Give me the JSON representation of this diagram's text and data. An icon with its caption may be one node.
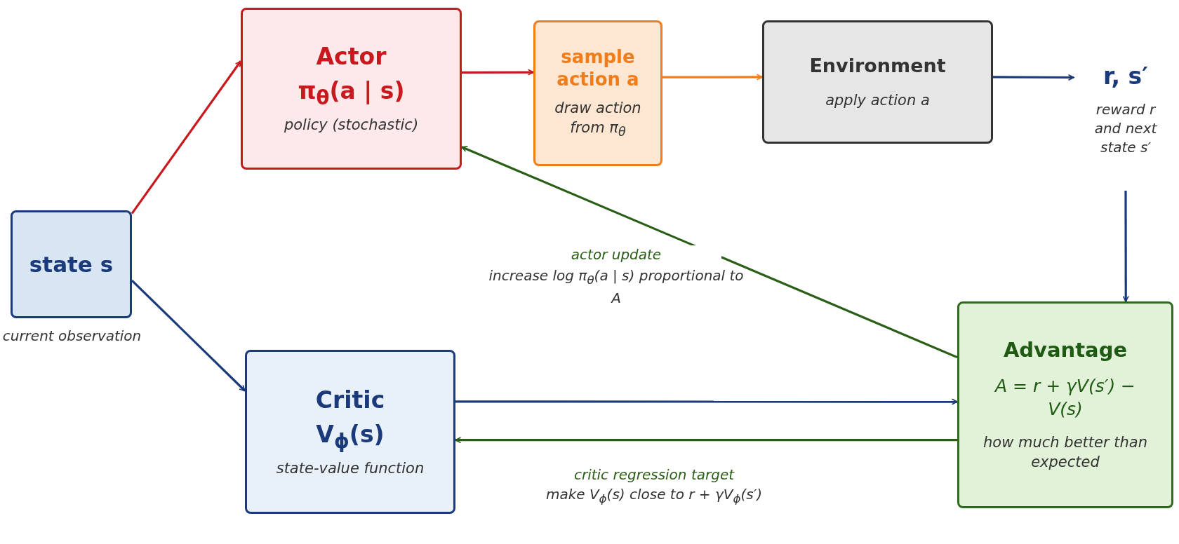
{
  "diagram": {
    "nodes": [
      {
        "text": [
          "state s"
        ],
        "beside": [
          "current observation"
        ]
      },
      {
        "text": [
          "Actor",
          "π$_{θ}$(a | s)",
          "policy (stochastic)"
        ]
      },
      {
        "text": [
          "sample action a",
          "draw action from π$_{θ}$"
        ]
      },
      {
        "text": [
          "Environment",
          "apply action a"
        ]
      },
      {
        "text": [
          "r, s′"
        ],
        "beside": [
          "reward r and next state s′"
        ]
      },
      {
        "text": [
          "Critic",
          "V$_{ϕ}$(s)",
          "state-value function"
        ]
      },
      {
        "text": [
          "Advantage",
          "A = r + γV(s′) − V(s)",
          "how much better than expected"
        ]
      }
    ],
    "edges": [
      {
        "from": 0,
        "to": 1,
        "arrow": "to",
        "color": "#c8191e"
      },
      {
        "from": 1,
        "to": 2,
        "arrow": "to",
        "color": "#c8191e"
      },
      {
        "from": 2,
        "to": 3,
        "arrow": "to",
        "color": "#f07c1a"
      },
      {
        "from": 3,
        "to": 4,
        "arrow": "to"
      },
      {
        "from": 4,
        "to": 6,
        "arrow": "to"
      },
      {
        "from": 0,
        "to": 5,
        "arrow": "to"
      },
      {
        "from": 5,
        "to": 6,
        "arrow": "to"
      },
      {
        "from": 6,
        "to": 5,
        "arrow": "to",
        "label": "critic regression target",
        "color": "#2a5e16"
      },
      {
        "from": 6,
        "to": 1,
        "arrow": "to",
        "label": "actor update",
        "color": "#2a5e16"
      }
    ],
    "labels": [
      "increase log π$_{θ}$(a | s) proportional to A",
      "make V$_{ϕ}$(s) close to r + γV$_{ϕ}$(s′)"
    ]
  }
}
